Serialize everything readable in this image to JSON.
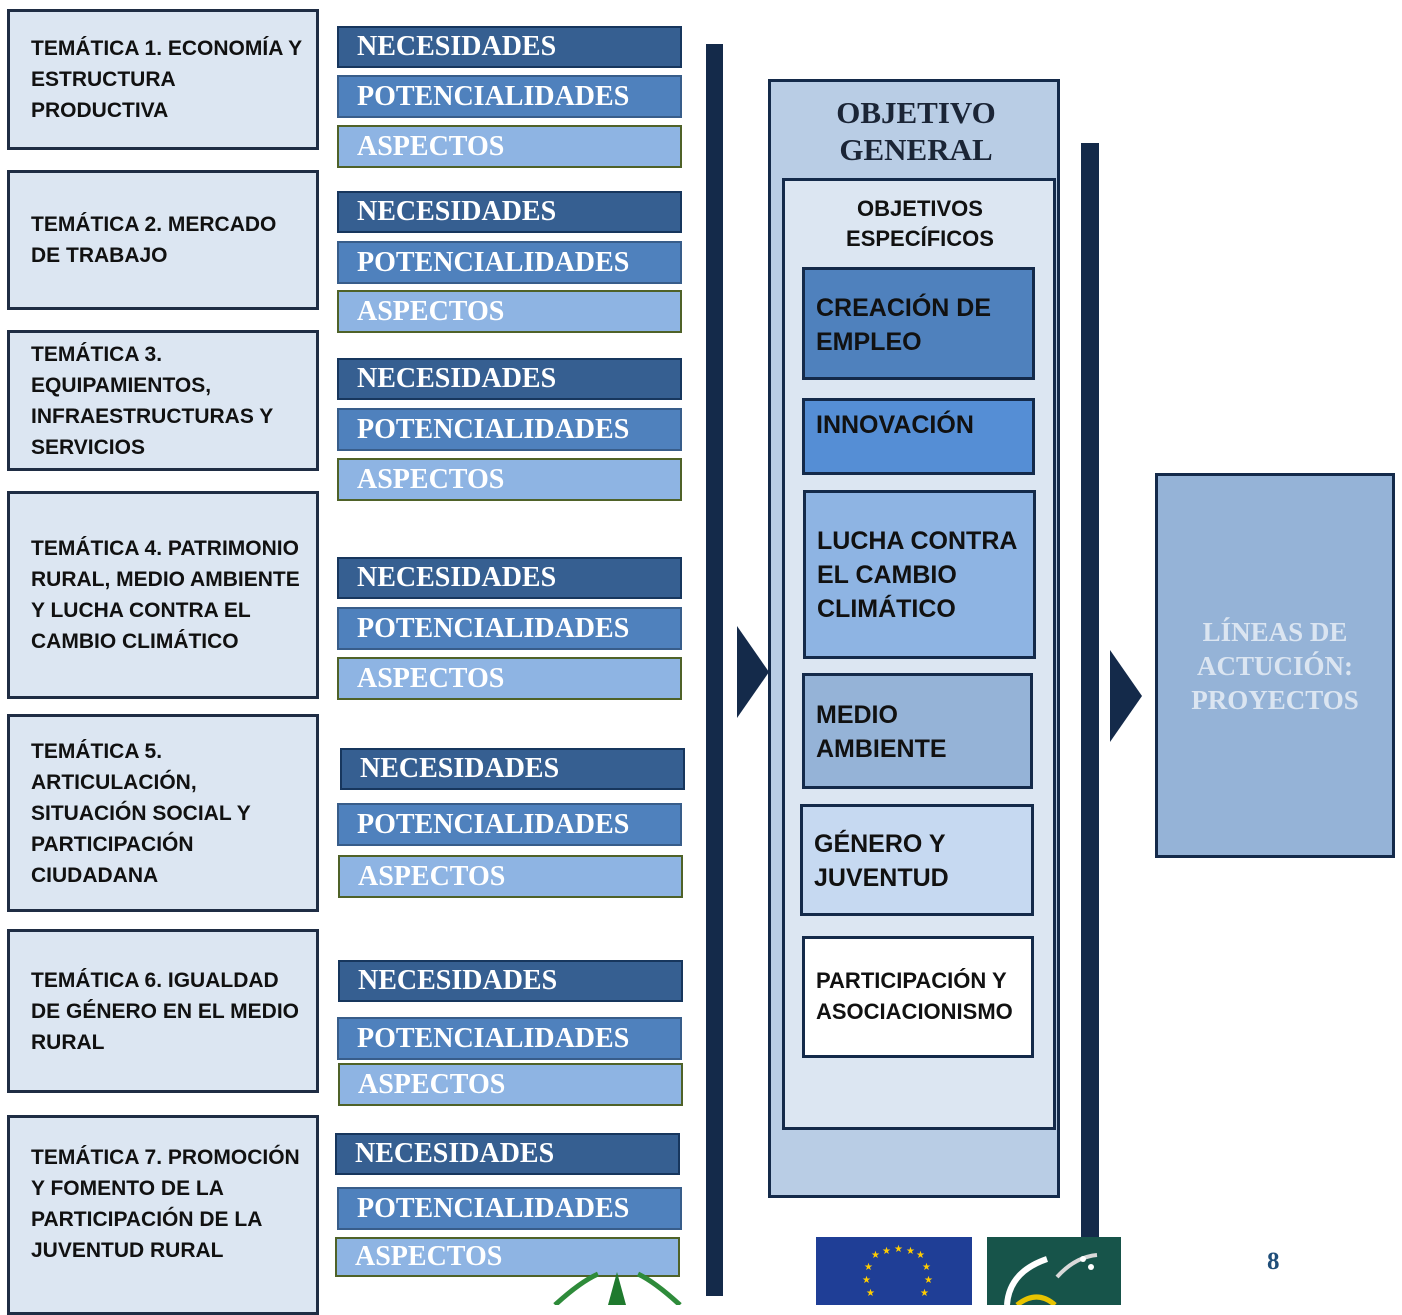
{
  "tematicas": [
    {
      "label": "TEMÁTICA 1. ECONOMÍA Y ESTRUCTURA PRODUCTIVA"
    },
    {
      "label": "TEMÁTICA 2. MERCADO DE TRABAJO"
    },
    {
      "label": "TEMÁTICA 3. EQUIPAMIENTOS, INFRAESTRUCTURAS Y SERVICIOS"
    },
    {
      "label": "TEMÁTICA 4. PATRIMONIO RURAL, MEDIO AMBIENTE Y LUCHA CONTRA EL CAMBIO CLIMÁTICO"
    },
    {
      "label": "TEMÁTICA 5. ARTICULACIÓN, SITUACIÓN SOCIAL Y PARTICIPACIÓN CIUDADANA"
    },
    {
      "label": "TEMÁTICA 6. IGUALDAD DE GÉNERO EN EL MEDIO RURAL"
    },
    {
      "label": "TEMÁTICA 7. PROMOCIÓN Y FOMENTO DE LA PARTICIPACIÓN DE LA JUVENTUD RURAL"
    }
  ],
  "bars": {
    "necesidades": "NECESIDADES",
    "potencialidades": "POTENCIALIDADES",
    "aspectos": "ASPECTOS"
  },
  "objetivo_general": {
    "title": "OBJETIVO GENERAL"
  },
  "objetivos_especificos": {
    "title": "OBJETIVOS ESPECÍFICOS",
    "items": [
      {
        "label": "CREACIÓN DE EMPLEO",
        "color": "#4f81bd"
      },
      {
        "label": "INNOVACIÓN",
        "color": "#558ed5"
      },
      {
        "label": "LUCHA CONTRA EL CAMBIO CLIMÁTICO",
        "color": "#8eb4e3"
      },
      {
        "label": "MEDIO AMBIENTE",
        "color": "#95b3d7"
      },
      {
        "label": "GÉNERO Y JUVENTUD",
        "color": "#c6d9f1"
      },
      {
        "label": "PARTICIPACIÓN Y ASOCIACIONISMO",
        "color": "#ffffff"
      }
    ]
  },
  "lineas": {
    "label": "LÍNEAS DE ACTUCIÓN: PROYECTOS"
  },
  "page_number": "8",
  "colors": {
    "tematica_bg": "#dce6f2",
    "necesidades": "#365f91",
    "potencialidades": "#4f81bd",
    "aspectos": "#8eb4e3",
    "objetivo_general_bg": "#b9cde5",
    "lineas_bg": "#95b3d7",
    "dark_navy": "#142a4a"
  }
}
